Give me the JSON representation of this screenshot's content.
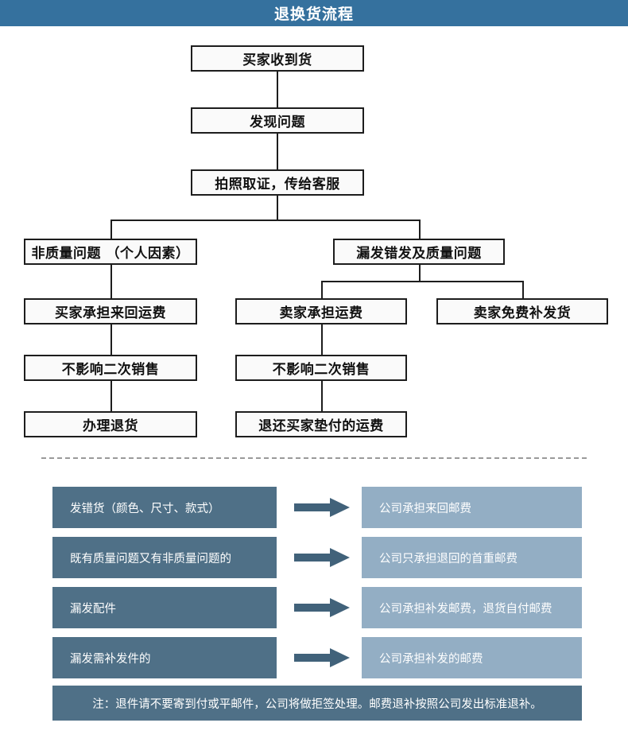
{
  "header": {
    "title": "退换货流程",
    "bg_color": "#35719E",
    "text_color": "#ffffff"
  },
  "flowchart": {
    "nodes": [
      {
        "id": "received",
        "label": "买家收到货"
      },
      {
        "id": "found-problem",
        "label": "发现问题"
      },
      {
        "id": "photo-evidence",
        "label": "拍照取证，传给客服"
      },
      {
        "id": "non-quality",
        "label": "非质量问题 （个人因素）"
      },
      {
        "id": "quality-issue",
        "label": "漏发错发及质量问题"
      },
      {
        "id": "buyer-pays",
        "label": "买家承担来回运费"
      },
      {
        "id": "seller-pays",
        "label": "卖家承担运费"
      },
      {
        "id": "free-reship",
        "label": "卖家免费补发货"
      },
      {
        "id": "no-resale-left",
        "label": "不影响二次销售"
      },
      {
        "id": "no-resale-mid",
        "label": "不影响二次销售"
      },
      {
        "id": "process-return",
        "label": "办理退货"
      },
      {
        "id": "refund-shipping",
        "label": "退还买家垫付的运费"
      }
    ]
  },
  "matrix": {
    "left_color": "#4F7087",
    "right_color": "#93AEC4",
    "arrow_color": "#41627A",
    "rows": [
      {
        "cause": "发错货（颜色、尺寸、款式）",
        "policy": "公司承担来回邮费"
      },
      {
        "cause": "既有质量问题又有非质量问题的",
        "policy": "公司只承担退回的首重邮费"
      },
      {
        "cause": "漏发配件",
        "policy": "公司承担补发邮费，退货自付邮费"
      },
      {
        "cause": "漏发需补发件的",
        "policy": "公司承担补发的邮费"
      }
    ]
  },
  "note": {
    "text": "注：退件请不要寄到付或平邮件，公司将做拒签处理。邮费退补按照公司发出标准退补。",
    "bg_color": "#4F7087"
  }
}
